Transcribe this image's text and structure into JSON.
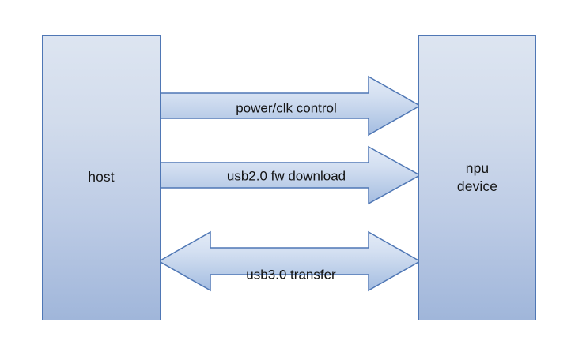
{
  "diagram": {
    "type": "block-diagram",
    "background_color": "#ffffff",
    "accent_color": "#4f77b5",
    "box_fill_top": "#dde5f1",
    "box_fill_bottom": "#a0b6da",
    "arrow_fill_top": "#dde7f5",
    "arrow_fill_bottom": "#a8bfe1",
    "nodes": [
      {
        "id": "host",
        "label": "host"
      },
      {
        "id": "npu",
        "label": "npu\ndevice"
      }
    ],
    "connections": [
      {
        "id": "power-clk-control",
        "label": "power/clk control",
        "from": "host",
        "to": "npu",
        "direction": "right"
      },
      {
        "id": "usb2-fw-download",
        "label": "usb2.0 fw download",
        "from": "host",
        "to": "npu",
        "direction": "right"
      },
      {
        "id": "usb3-transfer",
        "label": "usb3.0 transfer",
        "from": "host",
        "to": "npu",
        "direction": "bidirectional"
      }
    ]
  }
}
